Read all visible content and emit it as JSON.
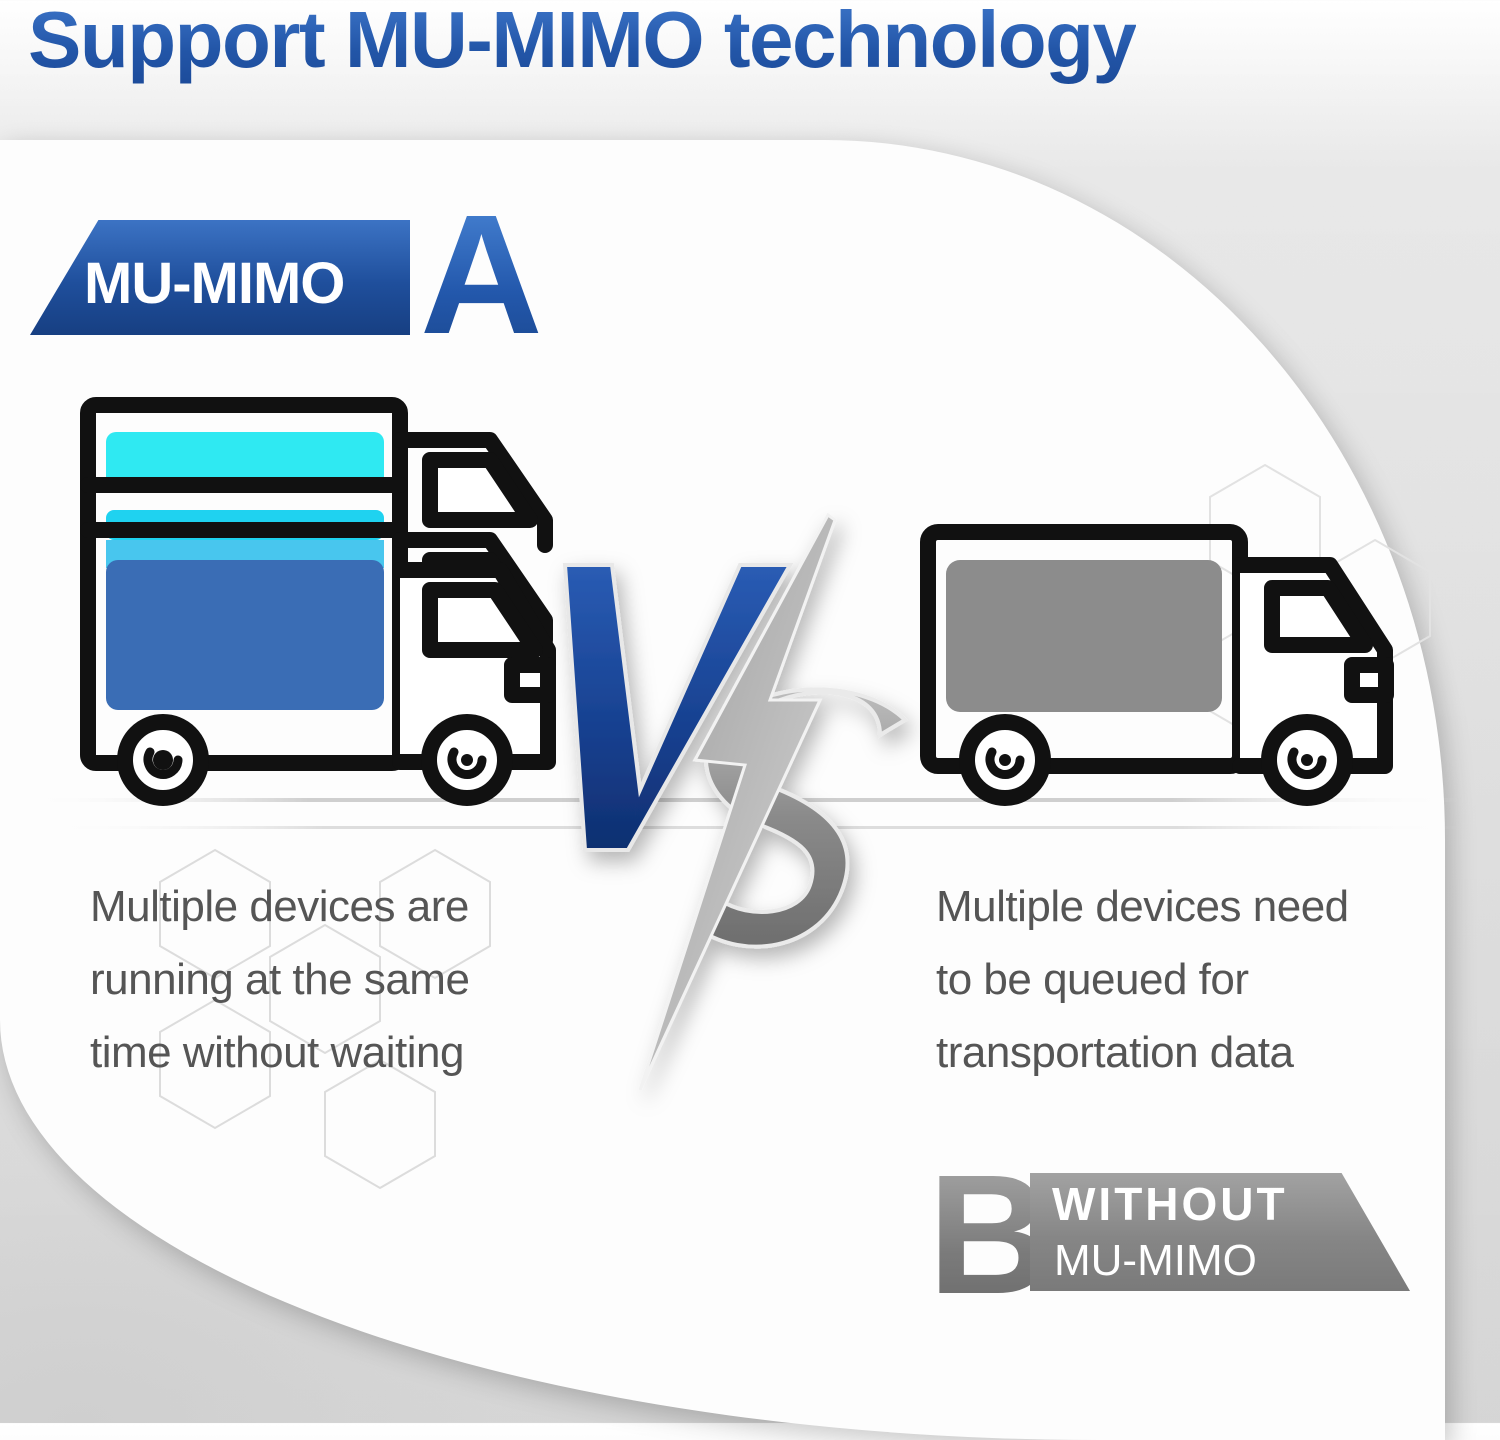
{
  "header": {
    "title": "Support MU-MIMO technology"
  },
  "option_a": {
    "badge": "MU-MIMO",
    "letter": "A",
    "description": [
      "Multiple devices are",
      "running at the same",
      "time without waiting"
    ]
  },
  "option_b": {
    "letter": "B",
    "badge_line1": "WITHOUT",
    "badge_line2": "MU-MIMO",
    "description": [
      "Multiple devices need",
      "to be queued for",
      "transportation data"
    ]
  },
  "versus": {
    "text": "VS"
  },
  "icons": [
    "truck-icon",
    "hexagon-pattern"
  ],
  "colors": {
    "title_blue": "#2a5fb3",
    "badge_blue": "#1f4f9c",
    "cargo_cyan": "#2fe9f2",
    "cargo_blue": "#3a6db5",
    "cargo_gray": "#8c8c8c",
    "badge_gray": "#868686",
    "text_gray": "#555555"
  }
}
